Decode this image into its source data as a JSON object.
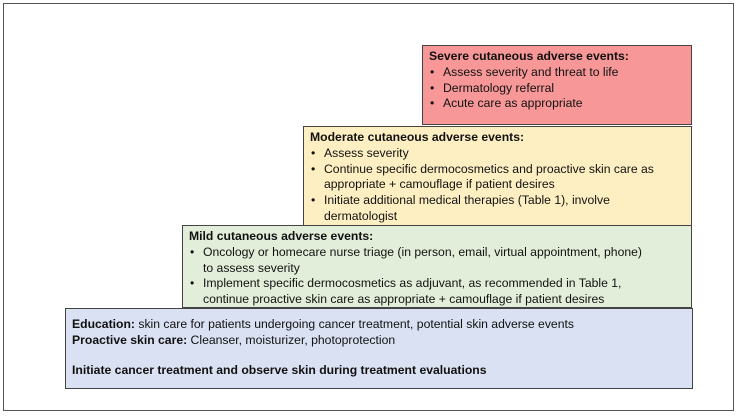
{
  "severe": {
    "title": "Severe cutaneous adverse events:",
    "items": [
      "Assess severity and threat to life",
      "Dermatology referral",
      "Acute care as appropriate"
    ]
  },
  "moderate": {
    "title": "Moderate cutaneous adverse events:",
    "items": [
      "Assess severity",
      "Continue specific dermocosmetics and proactive skin care as",
      "appropriate + camouflage if patient desires",
      "Initiate additional medical therapies (Table 1), involve",
      "dermatologist"
    ]
  },
  "mild": {
    "title": "Mild cutaneous adverse events:",
    "items": [
      "Oncology or homecare nurse triage (in person, email, virtual appointment, phone)",
      "to assess severity",
      "Implement specific dermocosmetics as adjuvant, as recommended in Table 1,",
      "continue proactive skin care as appropriate + camouflage if patient desires"
    ]
  },
  "base": {
    "education_label": "Education:",
    "education_text": " skin care for patients undergoing cancer treatment, potential skin adverse events",
    "proactive_label": "Proactive skin care:",
    "proactive_text": " Cleanser, moisturizer, photoprotection",
    "initiate_text": "Initiate cancer treatment and observe skin during treatment evaluations"
  },
  "colors": {
    "severe": "#f79797",
    "moderate": "#fdefc2",
    "mild": "#e2eed9",
    "base": "#d9e1f2"
  }
}
